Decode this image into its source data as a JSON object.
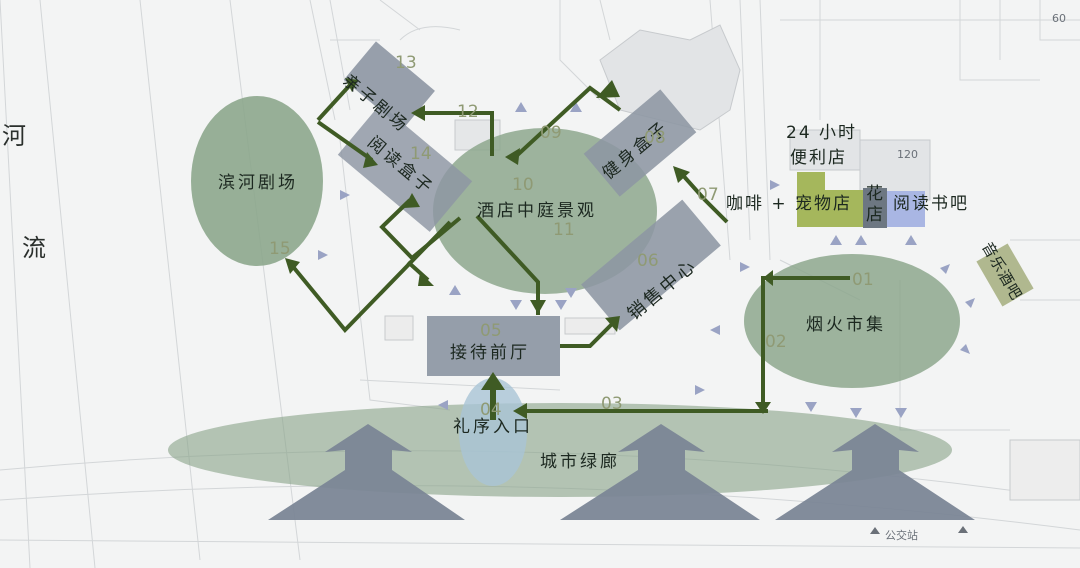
{
  "labels": {
    "river_he": "河",
    "river_liu": "流",
    "binhe_theater": "滨河剧场",
    "parent_child_theater": "亲子剧场",
    "reading_box": "阅读盒子",
    "hotel_courtyard": "酒店中庭景观",
    "fitness_box": "健身盒子",
    "sales_center": "销售中心",
    "reception_hall": "接待前厅",
    "ceremony_entrance": "礼序入口",
    "city_greenway": "城市绿廊",
    "fireworks_market": "烟火市集",
    "store_24h_line1": "24 小时",
    "store_24h_line2": "便利店",
    "coffee_pet": "咖啡 + 宠物店",
    "flower_shop_1": "花",
    "flower_shop_2": "店",
    "reading_bar": "阅读书吧",
    "music_bar": "音乐酒吧",
    "bus_stop": "公交站",
    "bg_number": "60",
    "bg_number_2": "120"
  },
  "sequence": {
    "n01": "01",
    "n02": "02",
    "n03": "03",
    "n04": "04",
    "n05": "05",
    "n06": "06",
    "n07": "07",
    "n08": "08",
    "n09": "09",
    "n10": "10",
    "n11": "11",
    "n12": "12",
    "n13": "13",
    "n14": "14",
    "n15": "15"
  },
  "colors": {
    "zone_green": "#8aa58a",
    "zone_blue": "#a9c4d6",
    "box_gray": "#8d96a3",
    "arrow_green": "#3f5b24",
    "flow_gray": "#7b8696",
    "lime": "#a5b75c",
    "lavender": "#a9b6e3",
    "music_olive": "#b0b88f"
  }
}
